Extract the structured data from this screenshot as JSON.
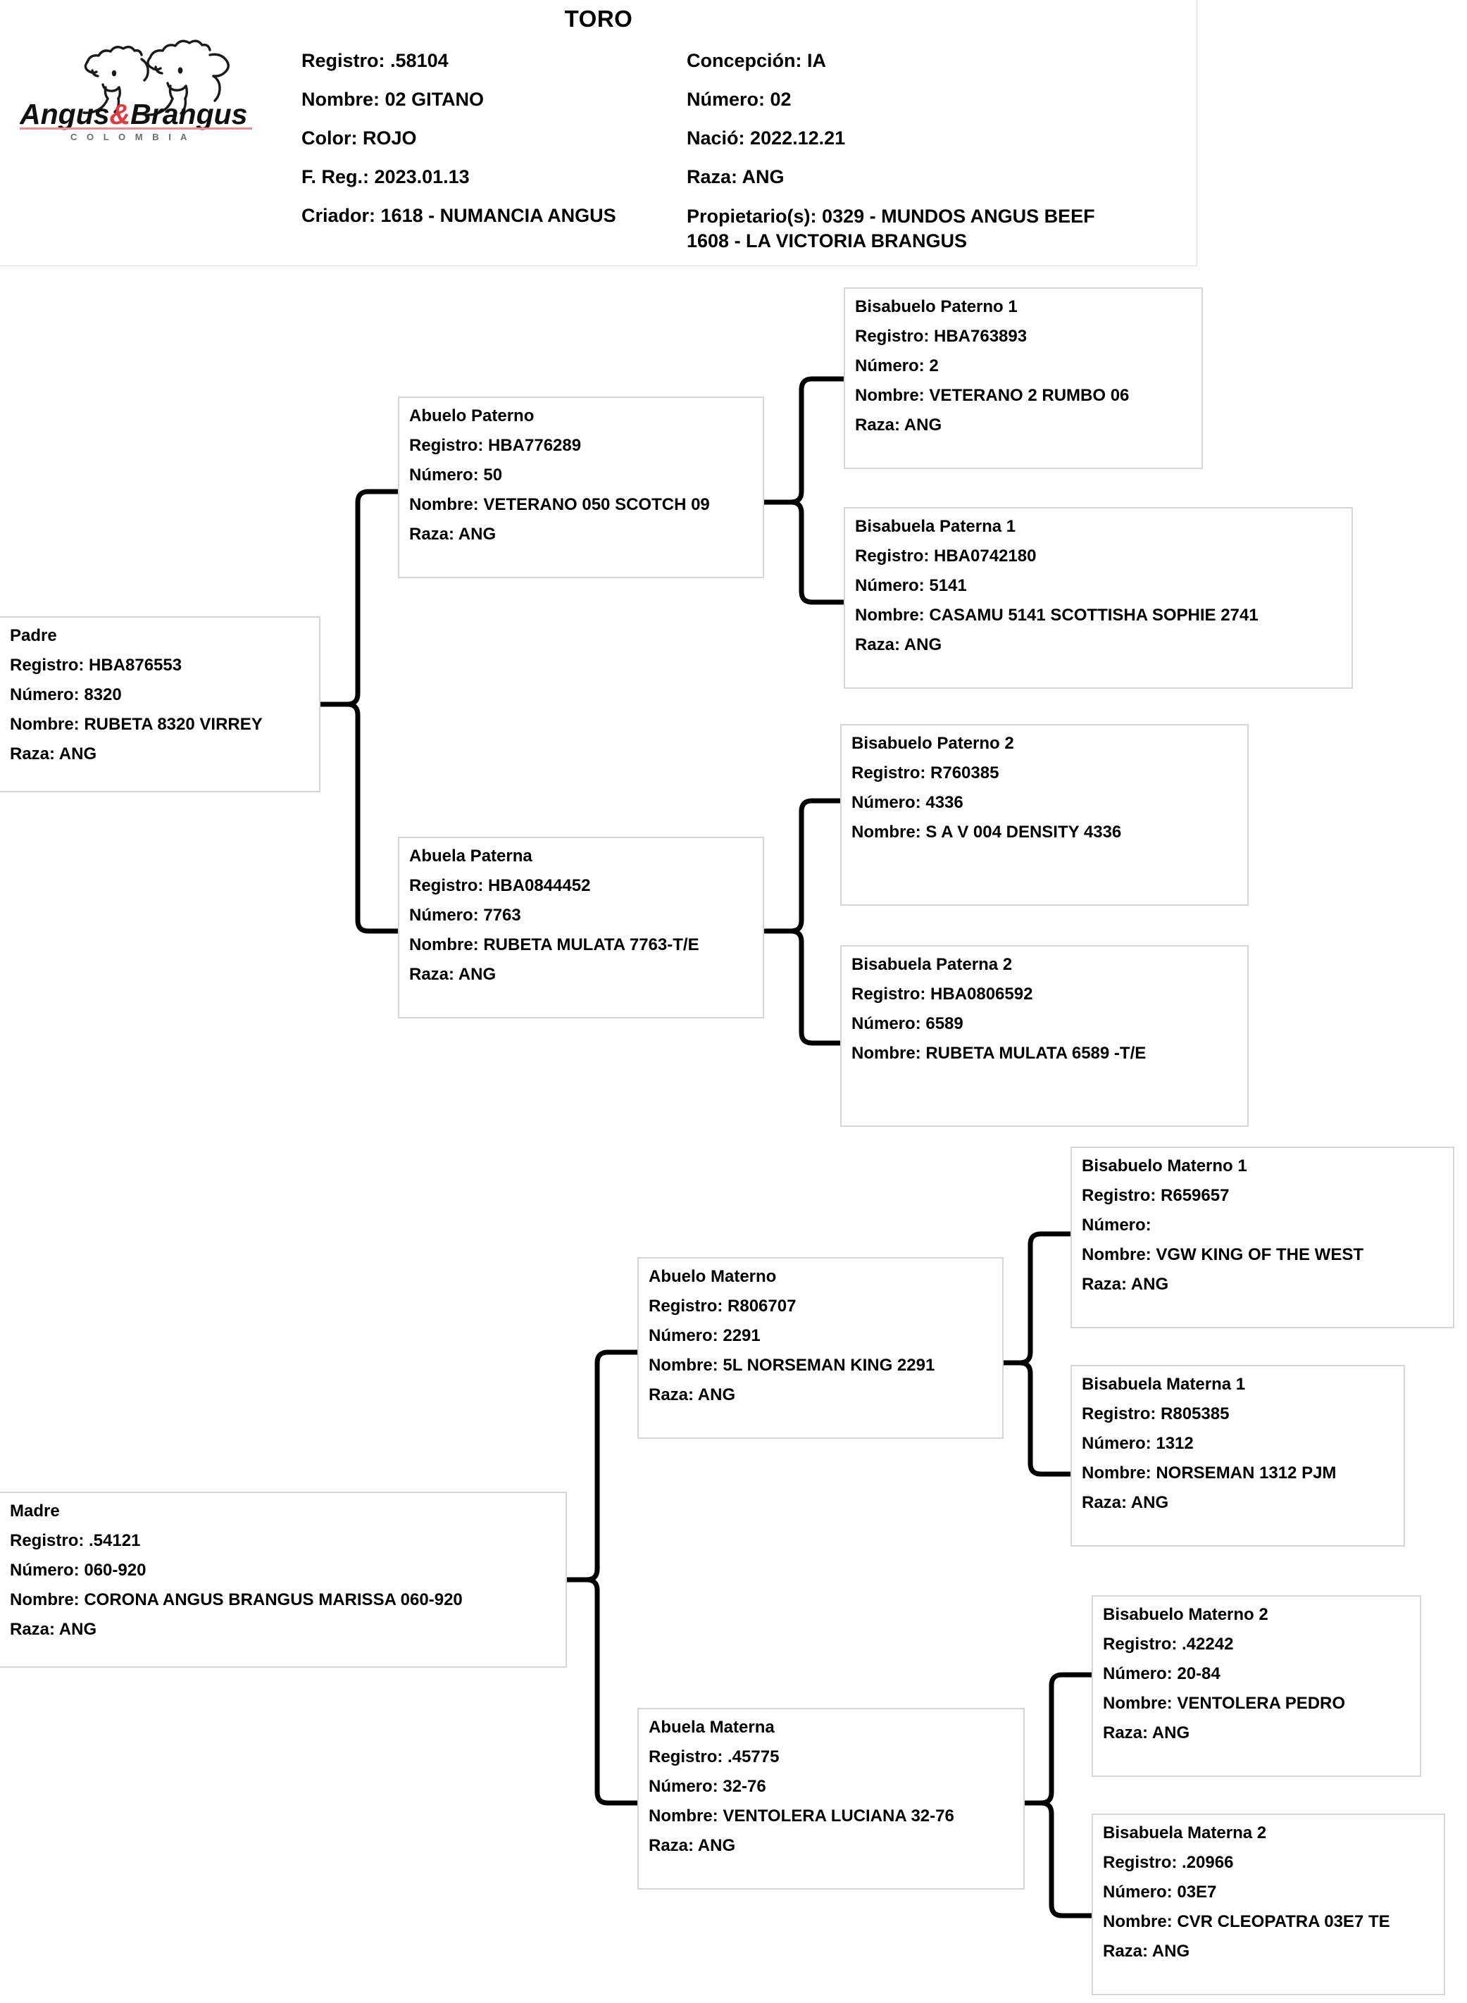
{
  "header": {
    "title": "TORO",
    "logo": {
      "brand_primary": "Angus",
      "brand_amp": "&",
      "brand_secondary": "Brangus",
      "brand_country": "C O L O M B I A",
      "accent_color": "#e03a3e"
    },
    "left_column": [
      {
        "label": "Registro:",
        "value": ".58104"
      },
      {
        "label": "Nombre:",
        "value": " 02 GITANO"
      },
      {
        "label": "Color:",
        "value": "ROJO"
      },
      {
        "label": "F. Reg.:",
        "value": "2023.01.13"
      },
      {
        "label": "Criador:",
        "value": "1618 - NUMANCIA ANGUS"
      }
    ],
    "right_column": [
      {
        "label": "Concepción:",
        "value": "IA"
      },
      {
        "label": "Número:",
        "value": "02"
      },
      {
        "label": "Nació:",
        "value": "2022.12.21"
      },
      {
        "label": "Raza:",
        "value": "ANG"
      },
      {
        "label": "Propietario(s):",
        "value": "0329 - MUNDOS ANGUS BEEF",
        "value2": "1608 - LA VICTORIA BRANGUS"
      }
    ]
  },
  "labels": {
    "registro": "Registro:",
    "numero": "Número:",
    "nombre": "Nombre:",
    "raza": "Raza:"
  },
  "pedigree": {
    "padre": {
      "title": "Padre",
      "registro": "Registro: HBA876553",
      "numero": "Número: 8320",
      "nombre": "Nombre: RUBETA 8320 VIRREY",
      "raza": "Raza: ANG"
    },
    "abuelo_paterno": {
      "title": "Abuelo Paterno",
      "registro": "Registro: HBA776289",
      "numero": "Número: 50",
      "nombre": "Nombre: VETERANO 050 SCOTCH 09",
      "raza": "Raza: ANG"
    },
    "abuela_paterna": {
      "title": "Abuela Paterna",
      "registro": "Registro: HBA0844452",
      "numero": "Número: 7763",
      "nombre": "Nombre: RUBETA MULATA 7763-T/E",
      "raza": "Raza: ANG"
    },
    "bisabuelo_paterno_1": {
      "title": "Bisabuelo Paterno 1",
      "registro": "Registro: HBA763893",
      "numero": "Número: 2",
      "nombre": "Nombre: VETERANO 2 RUMBO 06",
      "raza": "Raza: ANG"
    },
    "bisabuela_paterna_1": {
      "title": "Bisabuela Paterna 1",
      "registro": "Registro: HBA0742180",
      "numero": "Número: 5141",
      "nombre": "Nombre: CASAMU 5141 SCOTTISHA SOPHIE 2741",
      "raza": "Raza: ANG"
    },
    "bisabuelo_paterno_2": {
      "title": "Bisabuelo Paterno 2",
      "registro": "Registro: R760385",
      "numero": "Número: 4336",
      "nombre": "Nombre: S A V 004 DENSITY 4336",
      "raza": ""
    },
    "bisabuela_paterna_2": {
      "title": "Bisabuela Paterna 2",
      "registro": "Registro: HBA0806592",
      "numero": "Número: 6589",
      "nombre": "Nombre: RUBETA MULATA 6589 -T/E",
      "raza": ""
    },
    "madre": {
      "title": "Madre",
      "registro": "Registro: .54121",
      "numero": "Número: 060-920",
      "nombre": "Nombre:  CORONA ANGUS BRANGUS MARISSA 060-920",
      "raza": "Raza: ANG"
    },
    "abuelo_materno": {
      "title": "Abuelo Materno",
      "registro": "Registro: R806707",
      "numero": "Número: 2291",
      "nombre": "Nombre: 5L NORSEMAN KING 2291",
      "raza": "Raza: ANG"
    },
    "abuela_materna": {
      "title": "Abuela Materna",
      "registro": "Registro: .45775",
      "numero": "Número: 32-76",
      "nombre": "Nombre: VENTOLERA LUCIANA 32-76",
      "raza": "Raza: ANG"
    },
    "bisabuelo_materno_1": {
      "title": "Bisabuelo Materno 1",
      "registro": "Registro: R659657",
      "numero": "Número:",
      "nombre": "Nombre: VGW KING OF THE WEST",
      "raza": "Raza: ANG"
    },
    "bisabuela_materna_1": {
      "title": "Bisabuela Materna 1",
      "registro": "Registro: R805385",
      "numero": "Número: 1312",
      "nombre": "Nombre: NORSEMAN 1312 PJM",
      "raza": "Raza: ANG"
    },
    "bisabuelo_materno_2": {
      "title": "Bisabuelo Materno 2",
      "registro": "Registro: .42242",
      "numero": "Número: 20-84",
      "nombre": "Nombre: VENTOLERA PEDRO",
      "raza": "Raza: ANG"
    },
    "bisabuela_materna_2": {
      "title": "Bisabuela Materna 2",
      "registro": "Registro: .20966",
      "numero": "Número: 03E7",
      "nombre": "Nombre: CVR CLEOPATRA 03E7 TE",
      "raza": "Raza: ANG"
    }
  }
}
